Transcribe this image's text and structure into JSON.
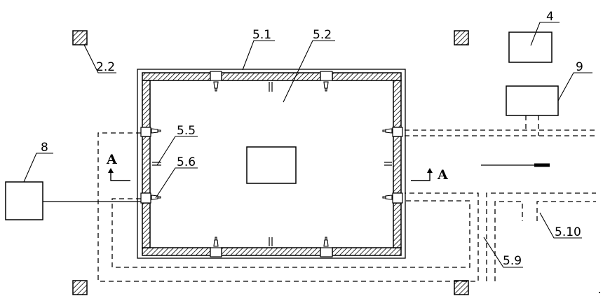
{
  "labels": {
    "wall": "5.1",
    "chamber": "5.2",
    "upper_left_connector": "5.5",
    "lower_left_connector": "5.6",
    "return_pipe": "5.9",
    "pipe_branch": "5.10",
    "column": "2.2",
    "unit_4": "4",
    "unit_8": "8",
    "unit_9": "9",
    "section_left": "A",
    "section_right": "A"
  }
}
